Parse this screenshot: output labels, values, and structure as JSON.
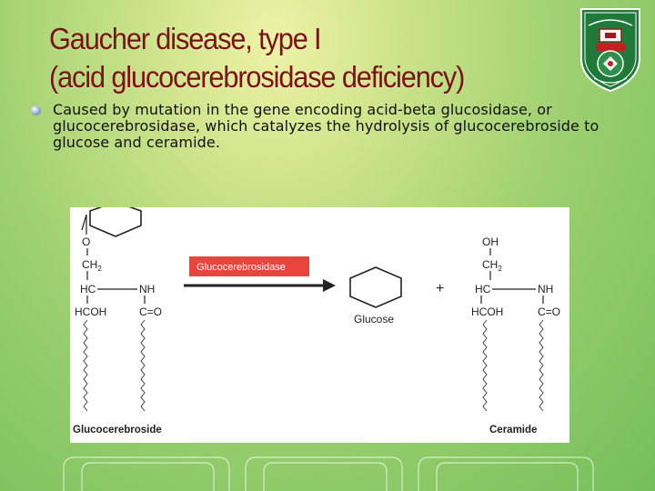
{
  "slide": {
    "title_line1": "Gaucher disease, type I",
    "title_line2": "(acid glucocerebrosidase deficiency)",
    "bullet": "Caused by mutation in the gene encoding acid-beta glucosidase, or glucocerebrosidase, which catalyzes the hydrolysis of glucocerebroside to glucose and ceramide."
  },
  "figure": {
    "enzyme_label": "Glucocerebrosidase",
    "glucose_label": "Glucose",
    "plus": "+",
    "left_caption": "Glucocerebroside",
    "right_caption": "Ceramide",
    "left": {
      "o": "O",
      "ch": "CH",
      "sub": "2",
      "hc": "HC",
      "hcoh": "HCOH",
      "nh": "NH",
      "co": "C=O"
    },
    "right": {
      "oh": "OH",
      "ch": "CH",
      "sub": "2",
      "hc": "HC",
      "hcoh": "HCOH",
      "nh": "NH",
      "co": "C=O"
    }
  },
  "colors": {
    "title": "#7a1216",
    "enzyme_box": "#e8463c",
    "background": "#9dd070"
  },
  "icons": {
    "logo": "university-crest-logo",
    "bullet": "bullet-dot-icon"
  }
}
